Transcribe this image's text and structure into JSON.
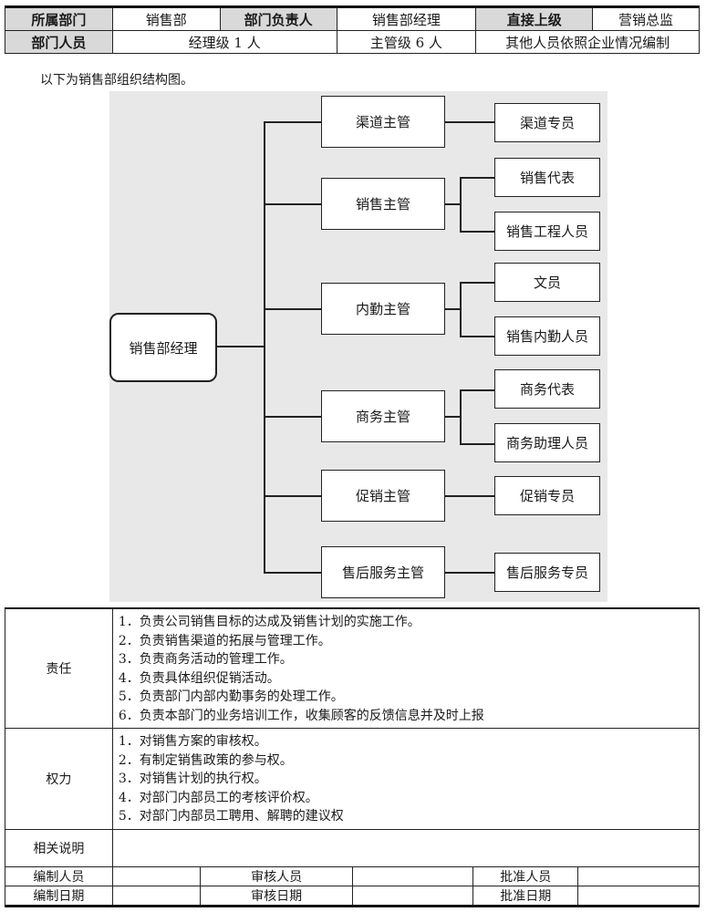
{
  "header": {
    "row1": [
      {
        "label": "所属部门",
        "value": "销售部"
      },
      {
        "label": "部门负责人",
        "value": "销售部经理"
      },
      {
        "label": "直接上级",
        "value": "营销总监"
      }
    ],
    "row2": {
      "label": "部门人员",
      "values": [
        "经理级 1 人",
        "主管级 6 人",
        "其他人员依照企业情况编制"
      ]
    }
  },
  "intro": "以下为销售部组织结构图。",
  "org": {
    "root": "销售部经理",
    "managers": [
      {
        "name": "渠道主管",
        "staff": [
          "渠道专员"
        ]
      },
      {
        "name": "销售主管",
        "staff": [
          "销售代表",
          "销售工程人员"
        ]
      },
      {
        "name": "内勤主管",
        "staff": [
          "文员",
          "销售内勤人员"
        ]
      },
      {
        "name": "商务主管",
        "staff": [
          "商务代表",
          "商务助理人员"
        ]
      },
      {
        "name": "促销主管",
        "staff": [
          "促销专员"
        ]
      },
      {
        "name": "售后服务主管",
        "staff": [
          "售后服务专员"
        ]
      }
    ]
  },
  "responsibility": {
    "label": "责任",
    "items": [
      "1．负责公司销售目标的达成及销售计划的实施工作。",
      "2．负责销售渠道的拓展与管理工作。",
      "3．负责商务活动的管理工作。",
      "4．负责具体组织促销活动。",
      "5．负责部门内部内勤事务的处理工作。",
      "6．负责本部门的业务培训工作，收集顾客的反馈信息并及时上报"
    ]
  },
  "authority": {
    "label": "权力",
    "items": [
      "1．对销售方案的审核权。",
      "2．有制定销售政策的参与权。",
      "3．对销售计划的执行权。",
      "4．对部门内部员工的考核评价权。",
      "5．对部门内部员工聘用、解聘的建议权"
    ]
  },
  "notes": {
    "label": "相关说明"
  },
  "footer": {
    "row1": [
      "编制人员",
      "审核人员",
      "批准人员"
    ],
    "row2": [
      "编制日期",
      "审核日期",
      "批准日期"
    ]
  }
}
